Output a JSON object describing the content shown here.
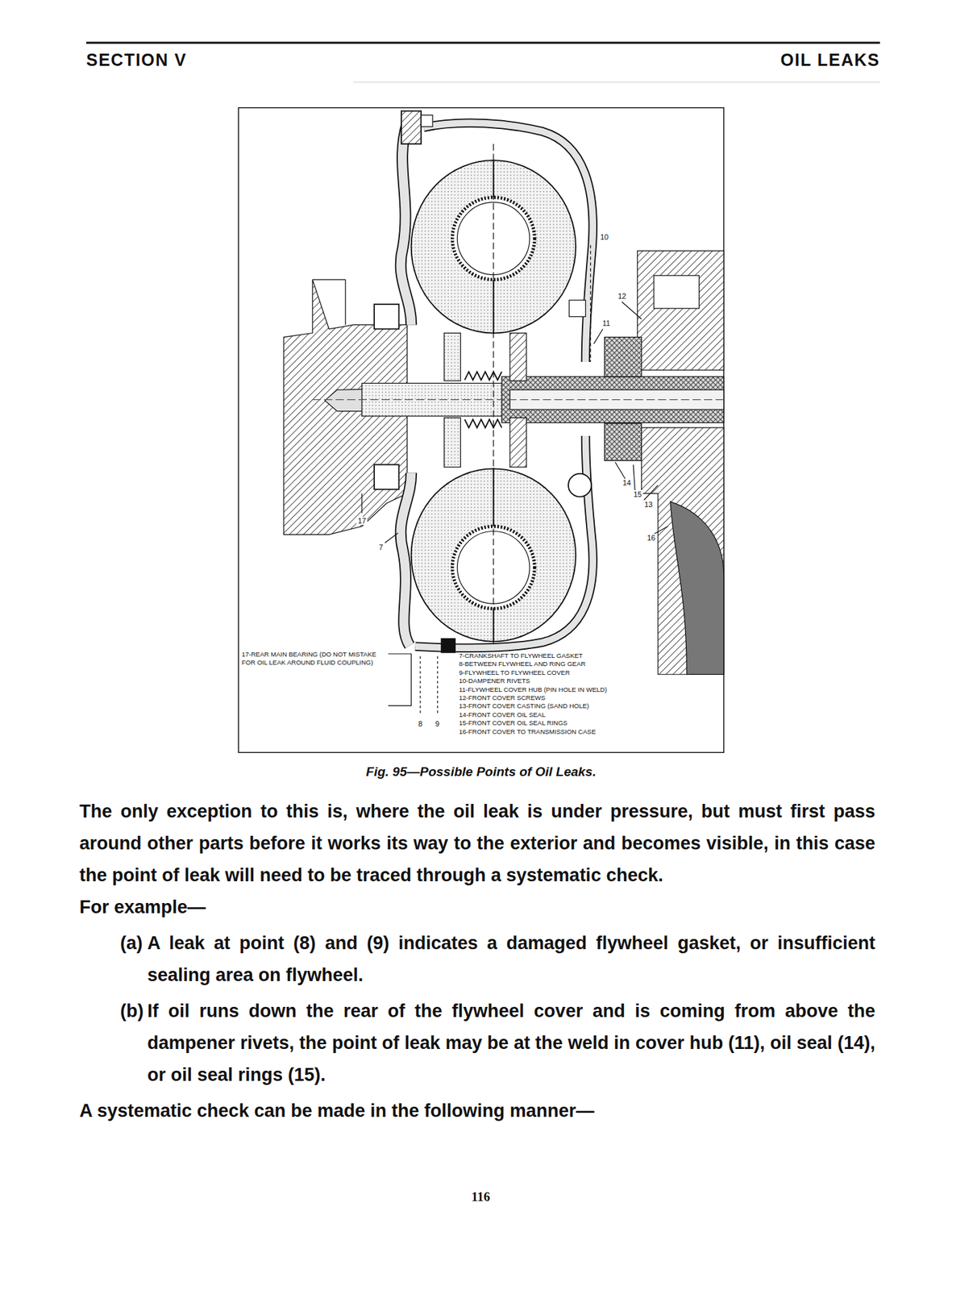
{
  "diagram": {
    "caption": "Fig. 95—Possible Points of Oil Leaks.",
    "labels": [
      "SECTION V",
      "OIL LEAKS",
      "10",
      "12",
      "11",
      "14",
      "15",
      "13",
      "16",
      "17",
      "7",
      "8",
      "9",
      "17-REAR MAIN BEARING (DO NOT MISTAKE FOR OIL LEAK AROUND FLUID COUPLING)",
      "7-CRANKSHAFT TO FLYWHEEL GASKET",
      "8-BETWEEN FLYWHEEL AND RING GEAR",
      "9-FLYWHEEL TO FLYWHEEL COVER",
      "10-DAMPENER RIVETS",
      "11-FLYWHEEL COVER HUB (PIN HOLE IN WELD)",
      "12-FRONT COVER SCREWS",
      "13-FRONT COVER CASTING (SAND HOLE)",
      "14-FRONT COVER OIL SEAL",
      "15-FRONT COVER OIL SEAL RINGS",
      "16-FRONT COVER TO TRANSMISSION CASE",
      "The only exception to this is, where the oil leak is under pressure, but must first pass around other parts before it works its way to the exterior and becomes visible, in this case the point of leak will need to be traced through a systematic check.",
      "For example—",
      "(a)",
      "A leak at point (8) and (9) indicates a damaged flywheel gasket, or insufficient sealing area on flywheel.",
      "(b)",
      "If oil runs down the rear of the flywheel cover and is coming from above the dampener rivets, the point of leak may be at the weld in cover hub (11), oil seal (14), or oil seal rings (15).",
      "A systematic check can be made in the following manner—",
      "116"
    ]
  }
}
